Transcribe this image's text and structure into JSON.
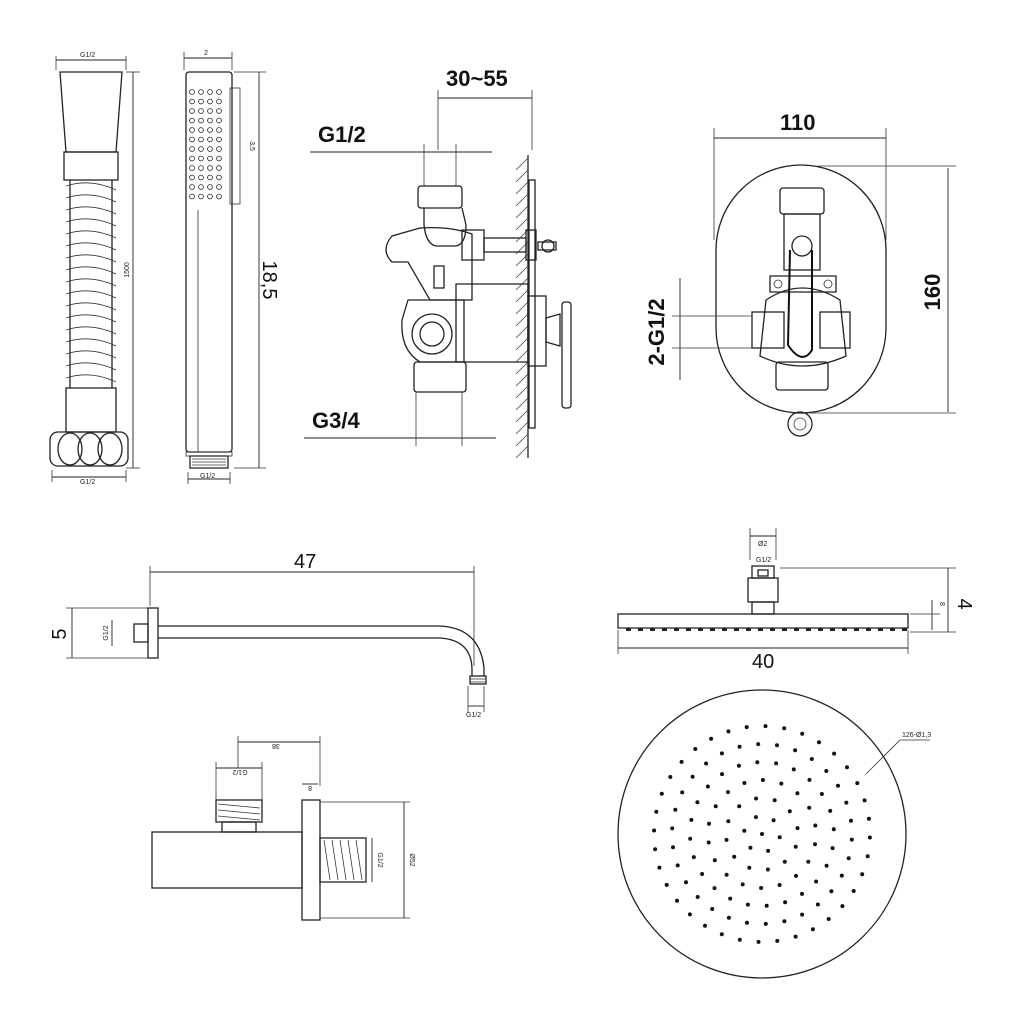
{
  "hose": {
    "top_thread": "G1/2",
    "length": "1500",
    "bottom_thread": "G1/2"
  },
  "hand_shower": {
    "width": "2",
    "spray_length": "3,5",
    "length": "18,5",
    "thread": "G1/2"
  },
  "valve_side": {
    "depth": "30~55",
    "top_thread": "G1/2",
    "bottom_thread": "G3/4"
  },
  "valve_front": {
    "width": "110",
    "height": "160",
    "outlets": "2-G1/2"
  },
  "shower_arm": {
    "length": "47",
    "flange": "5",
    "wall_thread": "G1/2",
    "head_thread": "G1/2"
  },
  "head_side": {
    "connector_diam": "Ø2",
    "connector_thread": "G1/2",
    "height": "4",
    "plate": "8",
    "diameter": "40"
  },
  "wall_outlet": {
    "depth": "38",
    "top_thread": "G1/2",
    "flange_thickness": "8",
    "side_thread": "G1/2",
    "flange_diam": "Ø52"
  },
  "head_front": {
    "nozzles": "126-Ø1,3"
  }
}
